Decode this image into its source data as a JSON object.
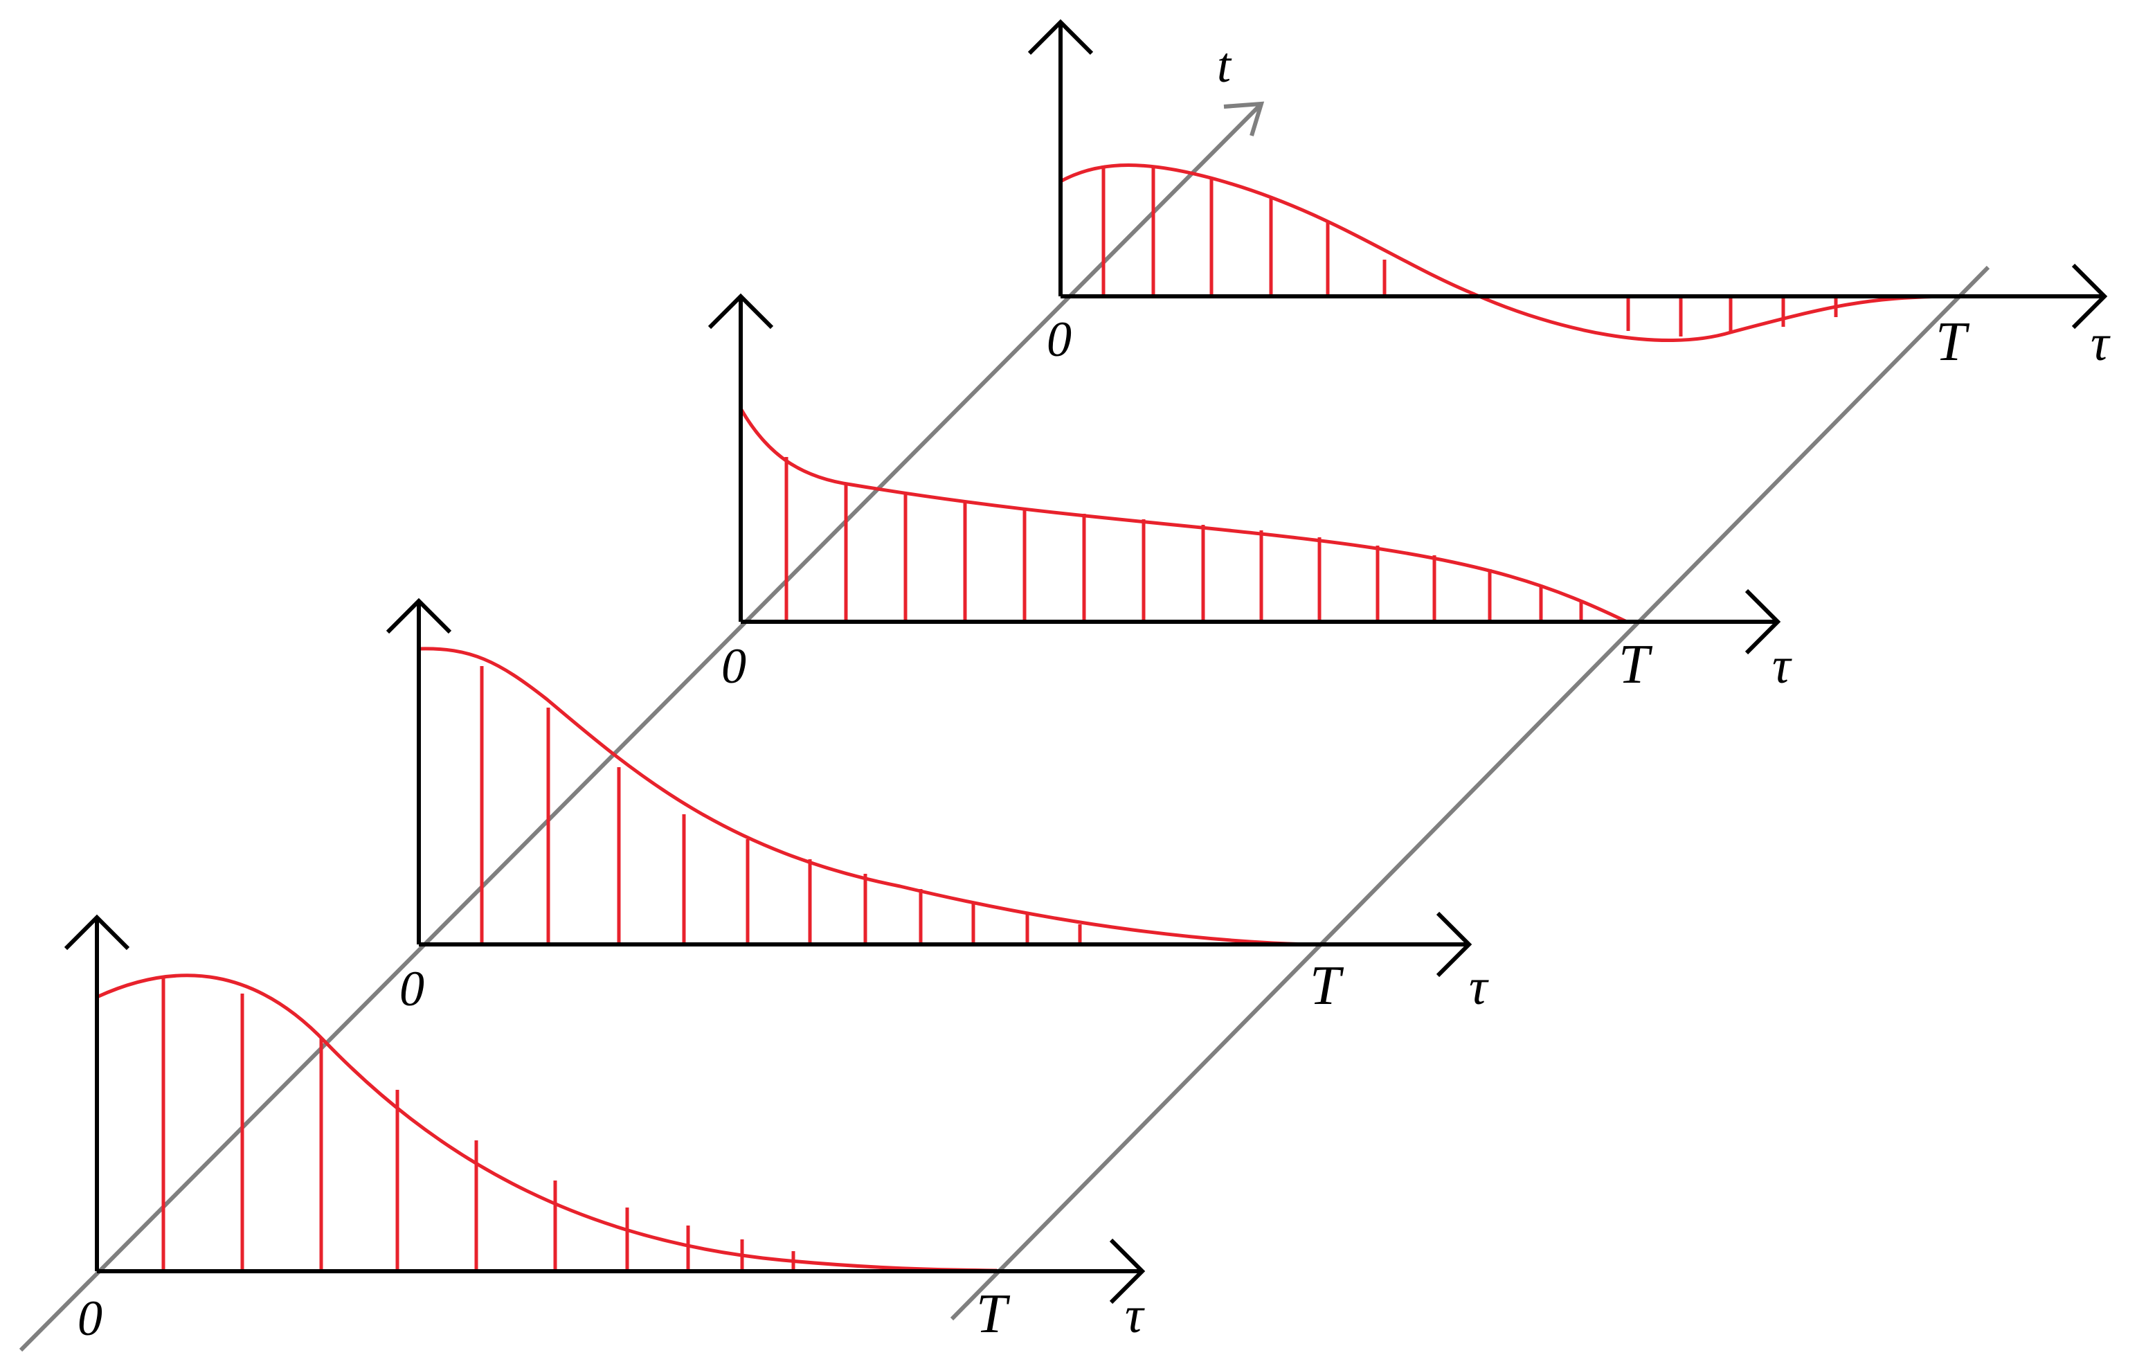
{
  "colors": {
    "axis": "#000000",
    "guide": "#7f7f7f",
    "profile": "#e8222c"
  },
  "time_axis_label": "t",
  "panels": [
    {
      "origin_label": "0",
      "end_label": "T",
      "axis_label": "τ"
    },
    {
      "origin_label": "0",
      "end_label": "T",
      "axis_label": "τ"
    },
    {
      "origin_label": "0",
      "end_label": "T",
      "axis_label": "τ"
    },
    {
      "origin_label": "0",
      "end_label": "T",
      "axis_label": "τ"
    }
  ]
}
